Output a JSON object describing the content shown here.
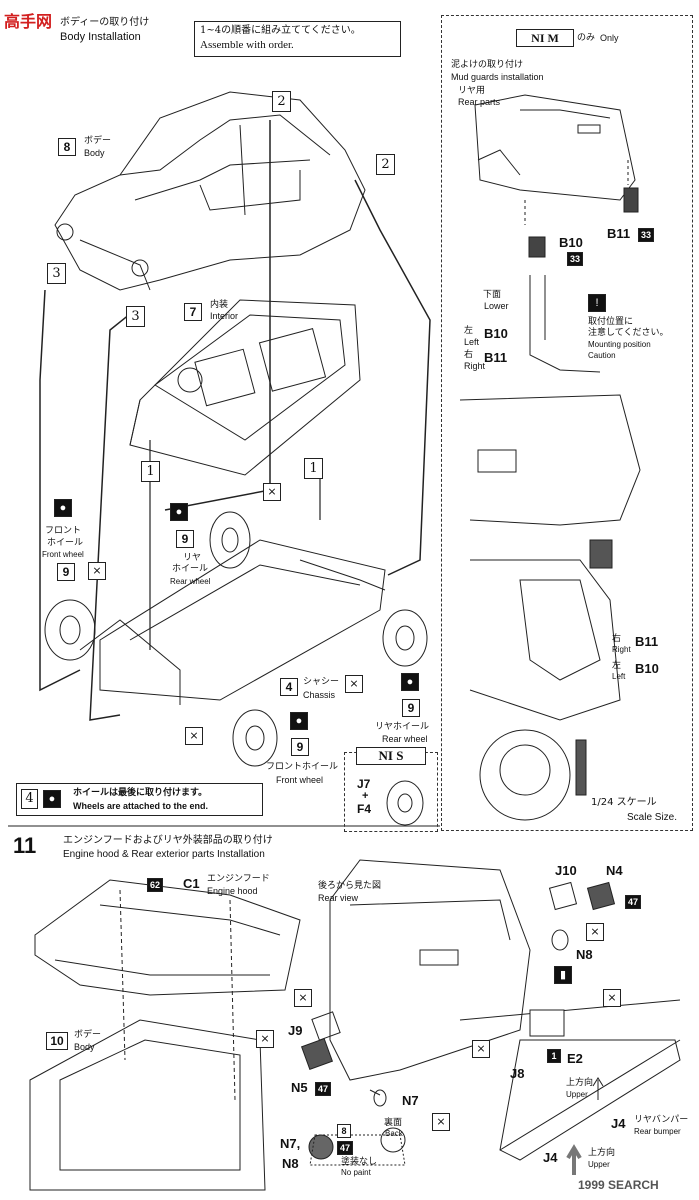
{
  "step10": {
    "logo": "高手网",
    "title_jp": "ボディーの取り付け",
    "title_en": "Body  Installation",
    "order_jp": "1~4の順番に組み立ててください。",
    "order_en": "Assemble with order.",
    "parts": {
      "body": {
        "num": "8",
        "jp": "ボデー",
        "en": "Body"
      },
      "interior": {
        "num": "7",
        "jp": "内装",
        "en": "Interior"
      },
      "chassis": {
        "num": "4",
        "jp": "シャシー",
        "en": "Chassis"
      },
      "front_wheel": {
        "num": "9",
        "jp1": "フロント",
        "jp2": "ホイール",
        "en": "Front wheel"
      },
      "rear_wheel": {
        "num": "9",
        "jp1": "リヤ",
        "jp2": "ホイール",
        "en": "Rear wheel"
      },
      "front_wheel_bottom": {
        "num": "9",
        "jp": "フロントホイール",
        "en": "Front wheel"
      },
      "rear_wheel_right": {
        "jp": "リヤホイール",
        "en": "Rear wheel"
      },
      "wheel_left_num": "9"
    },
    "callouts": {
      "c1": "1",
      "c2": "2",
      "c3": "3"
    },
    "note": {
      "num": "4",
      "jp": "ホイールは最後に取り付けます。",
      "en": "Wheels are attached to the end."
    },
    "nis": {
      "badge": "NI S",
      "j7": "J7",
      "plus": "+",
      "f4": "F4"
    },
    "nim_panel": {
      "badge": "NI M",
      "only_jp": "のみ",
      "only_en": "Only",
      "title_jp": "泥よけの取り付け",
      "title_en": "Mud guards installation",
      "rear_jp": "リヤ用",
      "rear_en": "Rear parts",
      "b10": "B10",
      "b10_color": "33",
      "b11": "B11",
      "b11_color": "33",
      "lower_jp": "下面",
      "lower_en": "Lower",
      "left_jp": "左",
      "left_en": "Left",
      "right_jp": "右",
      "right_en": "Right",
      "caution_jp1": "取付位置に",
      "caution_jp2": "注意してください。",
      "caution_en1": "Mounting position",
      "caution_en2": "Caution",
      "scale_jp": "1/24 スケール",
      "scale_en": "Scale Size."
    }
  },
  "step11": {
    "number": "11",
    "title_jp": "エンジンフードおよびリヤ外装部品の取り付け",
    "title_en": "Engine hood & Rear exterior parts  Installation",
    "hood": {
      "part": "C1",
      "jp": "エンジンフード",
      "en": "Engine hood",
      "color": "62"
    },
    "body": {
      "num": "10",
      "jp": "ボデー",
      "en": "Body"
    },
    "rear_view_jp": "後ろから見た図",
    "rear_view_en": "Rear view",
    "parts": {
      "j10": "J10",
      "n4": "N4",
      "n4_color": "47",
      "n8": "N8",
      "j9": "J9",
      "n5": "N5",
      "n5_color": "47",
      "j8": "J8",
      "e2": "E2",
      "e2_num": "1",
      "n7": "N7",
      "j4": "J4",
      "j4_jp": "リヤバンパー",
      "j4_en": "Rear bumper",
      "upper_jp": "上方向",
      "upper_en": "Upper",
      "n7n8": "N7,",
      "n8b": "N8",
      "n7n8_num": "8",
      "n7n8_color": "47",
      "back_jp": "裏面",
      "back_en": "Back",
      "nopaint_jp": "塗装なし",
      "nopaint_en": "No paint"
    }
  },
  "watermark": "1999 SEARCH",
  "colors": {
    "ink": "#111111",
    "paper": "#ffffff",
    "logo_red": "#d21f1f",
    "logo_blue": "#2a5fb0"
  }
}
